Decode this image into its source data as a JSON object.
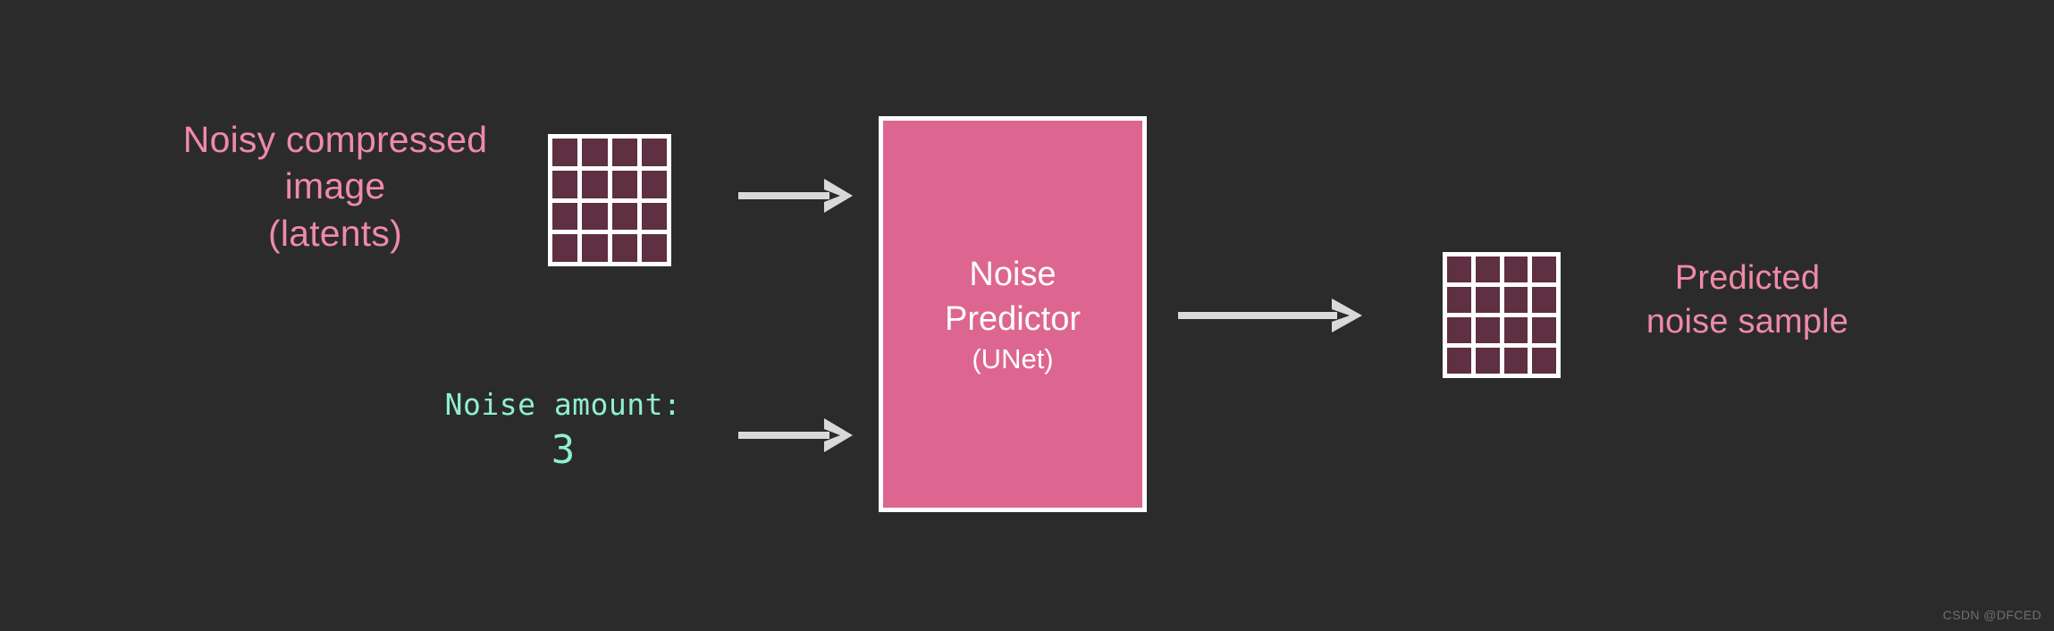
{
  "diagram": {
    "title": "Noise Predictor (UNet) diagram",
    "background_color": "#2b2b2b",
    "accent_pink": "#ef8aa8",
    "box_pink": "#dd6690",
    "cell_maroon": "#5f2f42",
    "mint": "#8ff0ce",
    "arrow_gray": "#d9d9d9"
  },
  "inputs": {
    "latents_label": "Noisy compressed\nimage\n(latents)",
    "noise_amount_caption": "Noise amount:",
    "noise_amount_value": "3"
  },
  "model": {
    "title": "Noise\nPredictor",
    "subtitle": "(UNet)"
  },
  "output": {
    "label": "Predicted\nnoise sample"
  },
  "grids": {
    "latent": {
      "rows": 4,
      "cols": 4,
      "cell_count": 16
    },
    "output": {
      "rows": 4,
      "cols": 4,
      "cell_count": 16
    }
  },
  "arrows": [
    {
      "name": "latents-to-unet"
    },
    {
      "name": "noise-amount-to-unet"
    },
    {
      "name": "unet-to-output"
    }
  ],
  "watermark": "CSDN @DFCED"
}
